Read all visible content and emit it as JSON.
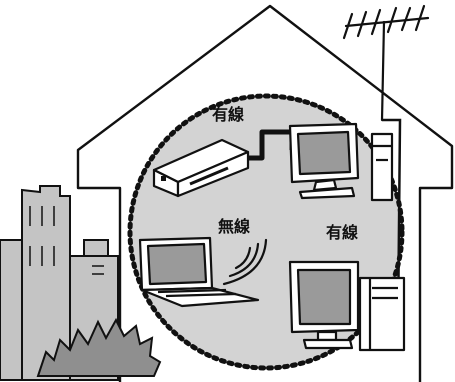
{
  "labels": {
    "wired_top": "有線",
    "wireless": "無線",
    "wired_right": "有線"
  },
  "icons": {
    "antenna": "tv-antenna-icon",
    "router": "router-icon",
    "laptop": "laptop-icon",
    "monitor_top": "monitor-icon",
    "monitor_bottom": "monitor-icon",
    "tower_pc": "pc-tower-icon",
    "wireless_signal": "wireless-signal-icon"
  },
  "colors": {
    "ink": "#111111",
    "network_area": "#d3d3d3",
    "screen": "#9a9a9a",
    "building": "#c4c4c4",
    "bush": "#8f8f8f",
    "background": "#ffffff"
  }
}
